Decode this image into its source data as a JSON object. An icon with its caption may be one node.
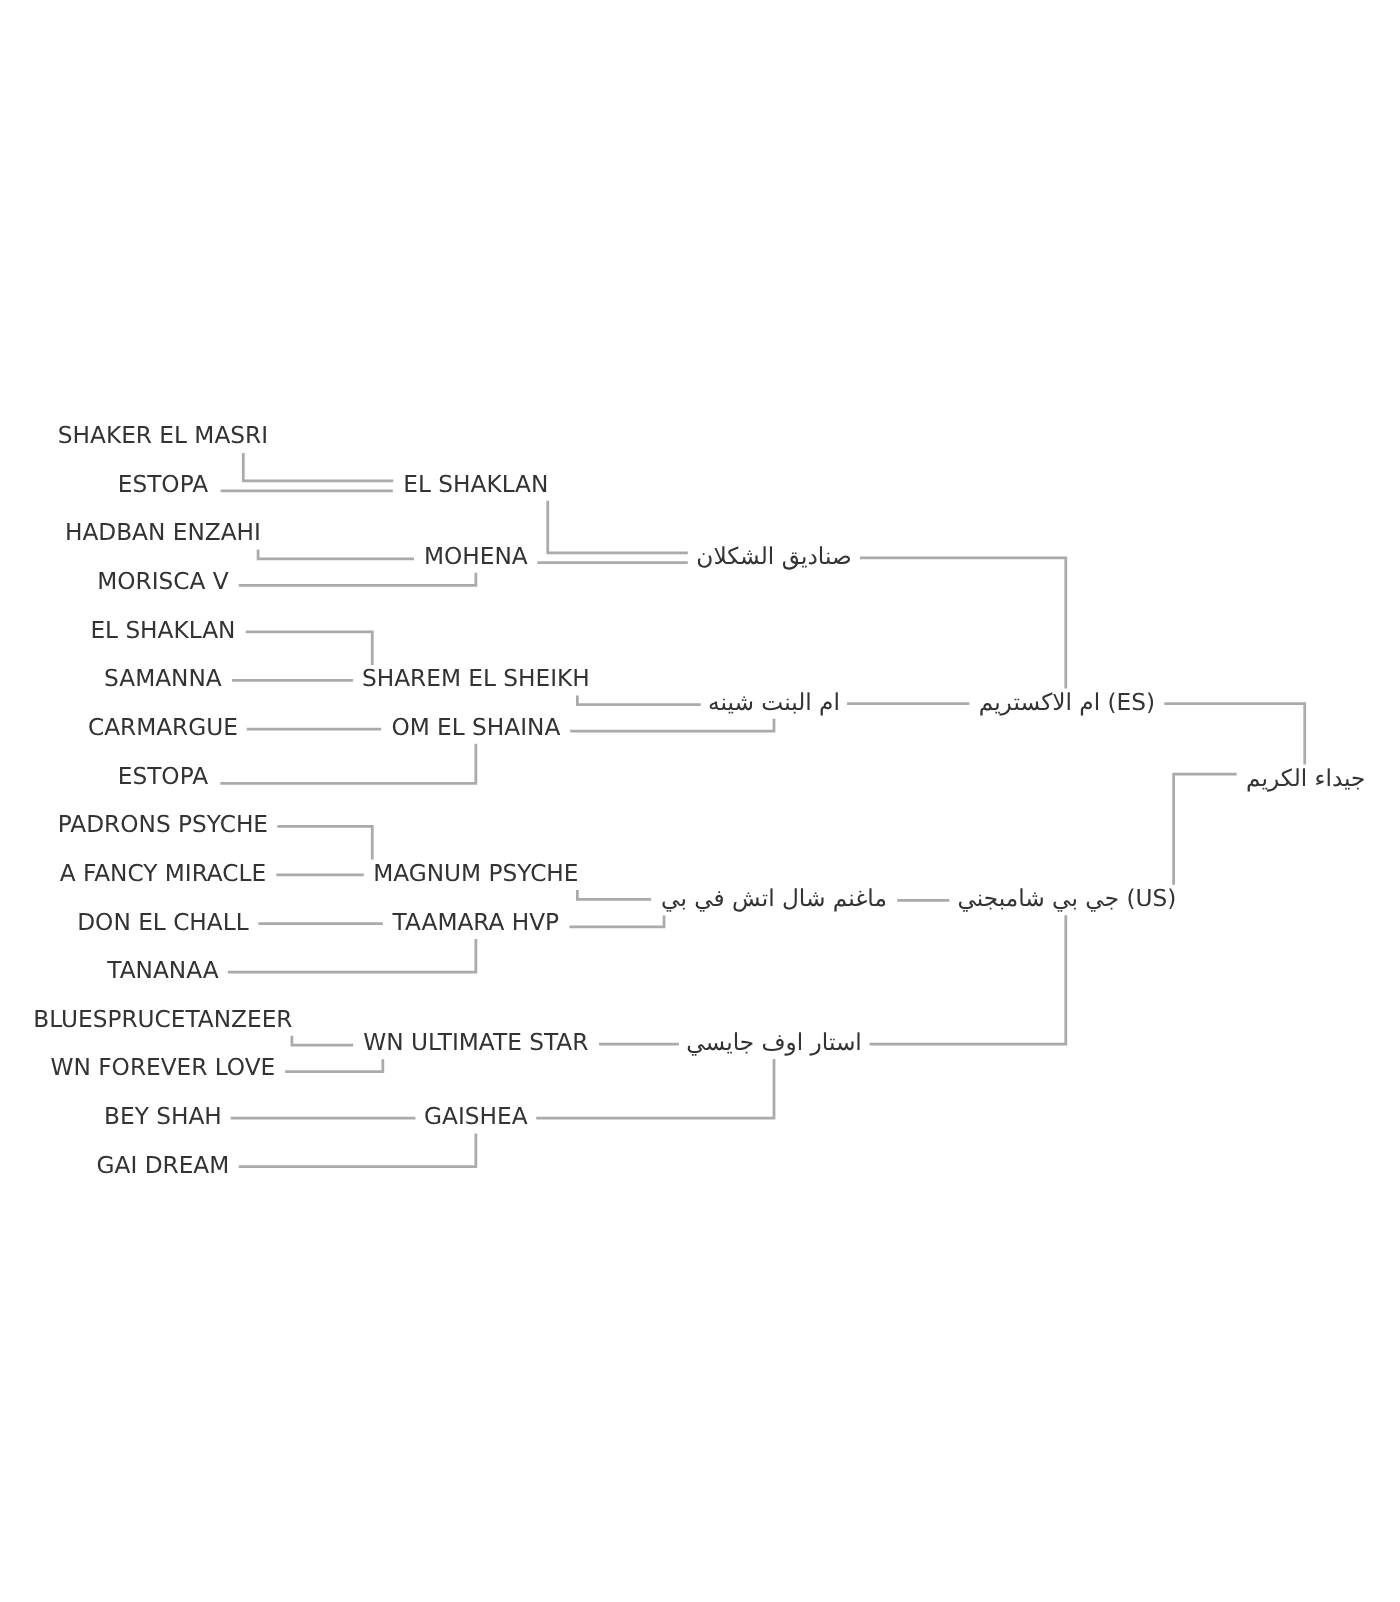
{
  "diagram": {
    "nodes": [
      {
        "text": [
          "SHAKER EL MASRI"
        ]
      },
      {
        "text": [
          "EL SHAKLAN"
        ]
      },
      {
        "text": [
          "ESTOPA"
        ]
      },
      {
        "text": [
          "صناديق الشكلان"
        ]
      },
      {
        "text": [
          "HADBAN ENZAHI"
        ]
      },
      {
        "text": [
          "MOHENA"
        ]
      },
      {
        "text": [
          "MORISCA V"
        ]
      },
      {
        "text": [
          "ام الاكستريم (ES)"
        ]
      },
      {
        "text": [
          "EL SHAKLAN"
        ]
      },
      {
        "text": [
          "SHAREM EL SHEIKH"
        ]
      },
      {
        "text": [
          "SAMANNA"
        ]
      },
      {
        "text": [
          "ام البنت شينه"
        ]
      },
      {
        "text": [
          "CARMARGUE"
        ]
      },
      {
        "text": [
          "OM EL SHAINA"
        ]
      },
      {
        "text": [
          "ESTOPA"
        ]
      },
      {
        "text": [
          "جيداء الكريم"
        ]
      },
      {
        "text": [
          "PADRONS PSYCHE"
        ]
      },
      {
        "text": [
          "MAGNUM PSYCHE"
        ]
      },
      {
        "text": [
          "A FANCY MIRACLE"
        ]
      },
      {
        "text": [
          "ماغنم شال اتش في بي"
        ]
      },
      {
        "text": [
          "DON EL CHALL"
        ]
      },
      {
        "text": [
          "TAAMARA HVP"
        ]
      },
      {
        "text": [
          "TANANAA"
        ]
      },
      {
        "text": [
          "جي بي شامبجني (US)"
        ]
      },
      {
        "text": [
          "BLUESPRUCETANZEER"
        ]
      },
      {
        "text": [
          "WN ULTIMATE STAR"
        ]
      },
      {
        "text": [
          "WN FOREVER LOVE"
        ]
      },
      {
        "text": [
          "استار اوف جايسي"
        ]
      },
      {
        "text": [
          "BEY SHAH"
        ]
      },
      {
        "text": [
          "GAISHEA"
        ]
      },
      {
        "text": [
          "GAI DREAM"
        ]
      }
    ],
    "edges": [
      {
        "from": 15,
        "to": 7,
        "arrow": "none"
      },
      {
        "from": 15,
        "to": 23,
        "arrow": "none"
      },
      {
        "from": 7,
        "to": 3,
        "arrow": "none"
      },
      {
        "from": 7,
        "to": 11,
        "arrow": "none"
      },
      {
        "from": 3,
        "to": 1,
        "arrow": "none"
      },
      {
        "from": 3,
        "to": 5,
        "arrow": "none"
      },
      {
        "from": 1,
        "to": 0,
        "arrow": "none"
      },
      {
        "from": 1,
        "to": 2,
        "arrow": "none"
      },
      {
        "from": 5,
        "to": 4,
        "arrow": "none"
      },
      {
        "from": 5,
        "to": 6,
        "arrow": "none"
      },
      {
        "from": 11,
        "to": 9,
        "arrow": "none"
      },
      {
        "from": 11,
        "to": 13,
        "arrow": "none"
      },
      {
        "from": 9,
        "to": 8,
        "arrow": "none"
      },
      {
        "from": 9,
        "to": 10,
        "arrow": "none"
      },
      {
        "from": 13,
        "to": 12,
        "arrow": "none"
      },
      {
        "from": 13,
        "to": 14,
        "arrow": "none"
      },
      {
        "from": 23,
        "to": 19,
        "arrow": "none"
      },
      {
        "from": 23,
        "to": 27,
        "arrow": "none"
      },
      {
        "from": 19,
        "to": 17,
        "arrow": "none"
      },
      {
        "from": 19,
        "to": 21,
        "arrow": "none"
      },
      {
        "from": 17,
        "to": 16,
        "arrow": "none"
      },
      {
        "from": 17,
        "to": 18,
        "arrow": "none"
      },
      {
        "from": 21,
        "to": 20,
        "arrow": "none"
      },
      {
        "from": 21,
        "to": 22,
        "arrow": "none"
      },
      {
        "from": 27,
        "to": 25,
        "arrow": "none"
      },
      {
        "from": 27,
        "to": 29,
        "arrow": "none"
      },
      {
        "from": 25,
        "to": 24,
        "arrow": "none"
      },
      {
        "from": 25,
        "to": 26,
        "arrow": "none"
      },
      {
        "from": 29,
        "to": 28,
        "arrow": "none"
      },
      {
        "from": 29,
        "to": 30,
        "arrow": "none"
      }
    ]
  }
}
